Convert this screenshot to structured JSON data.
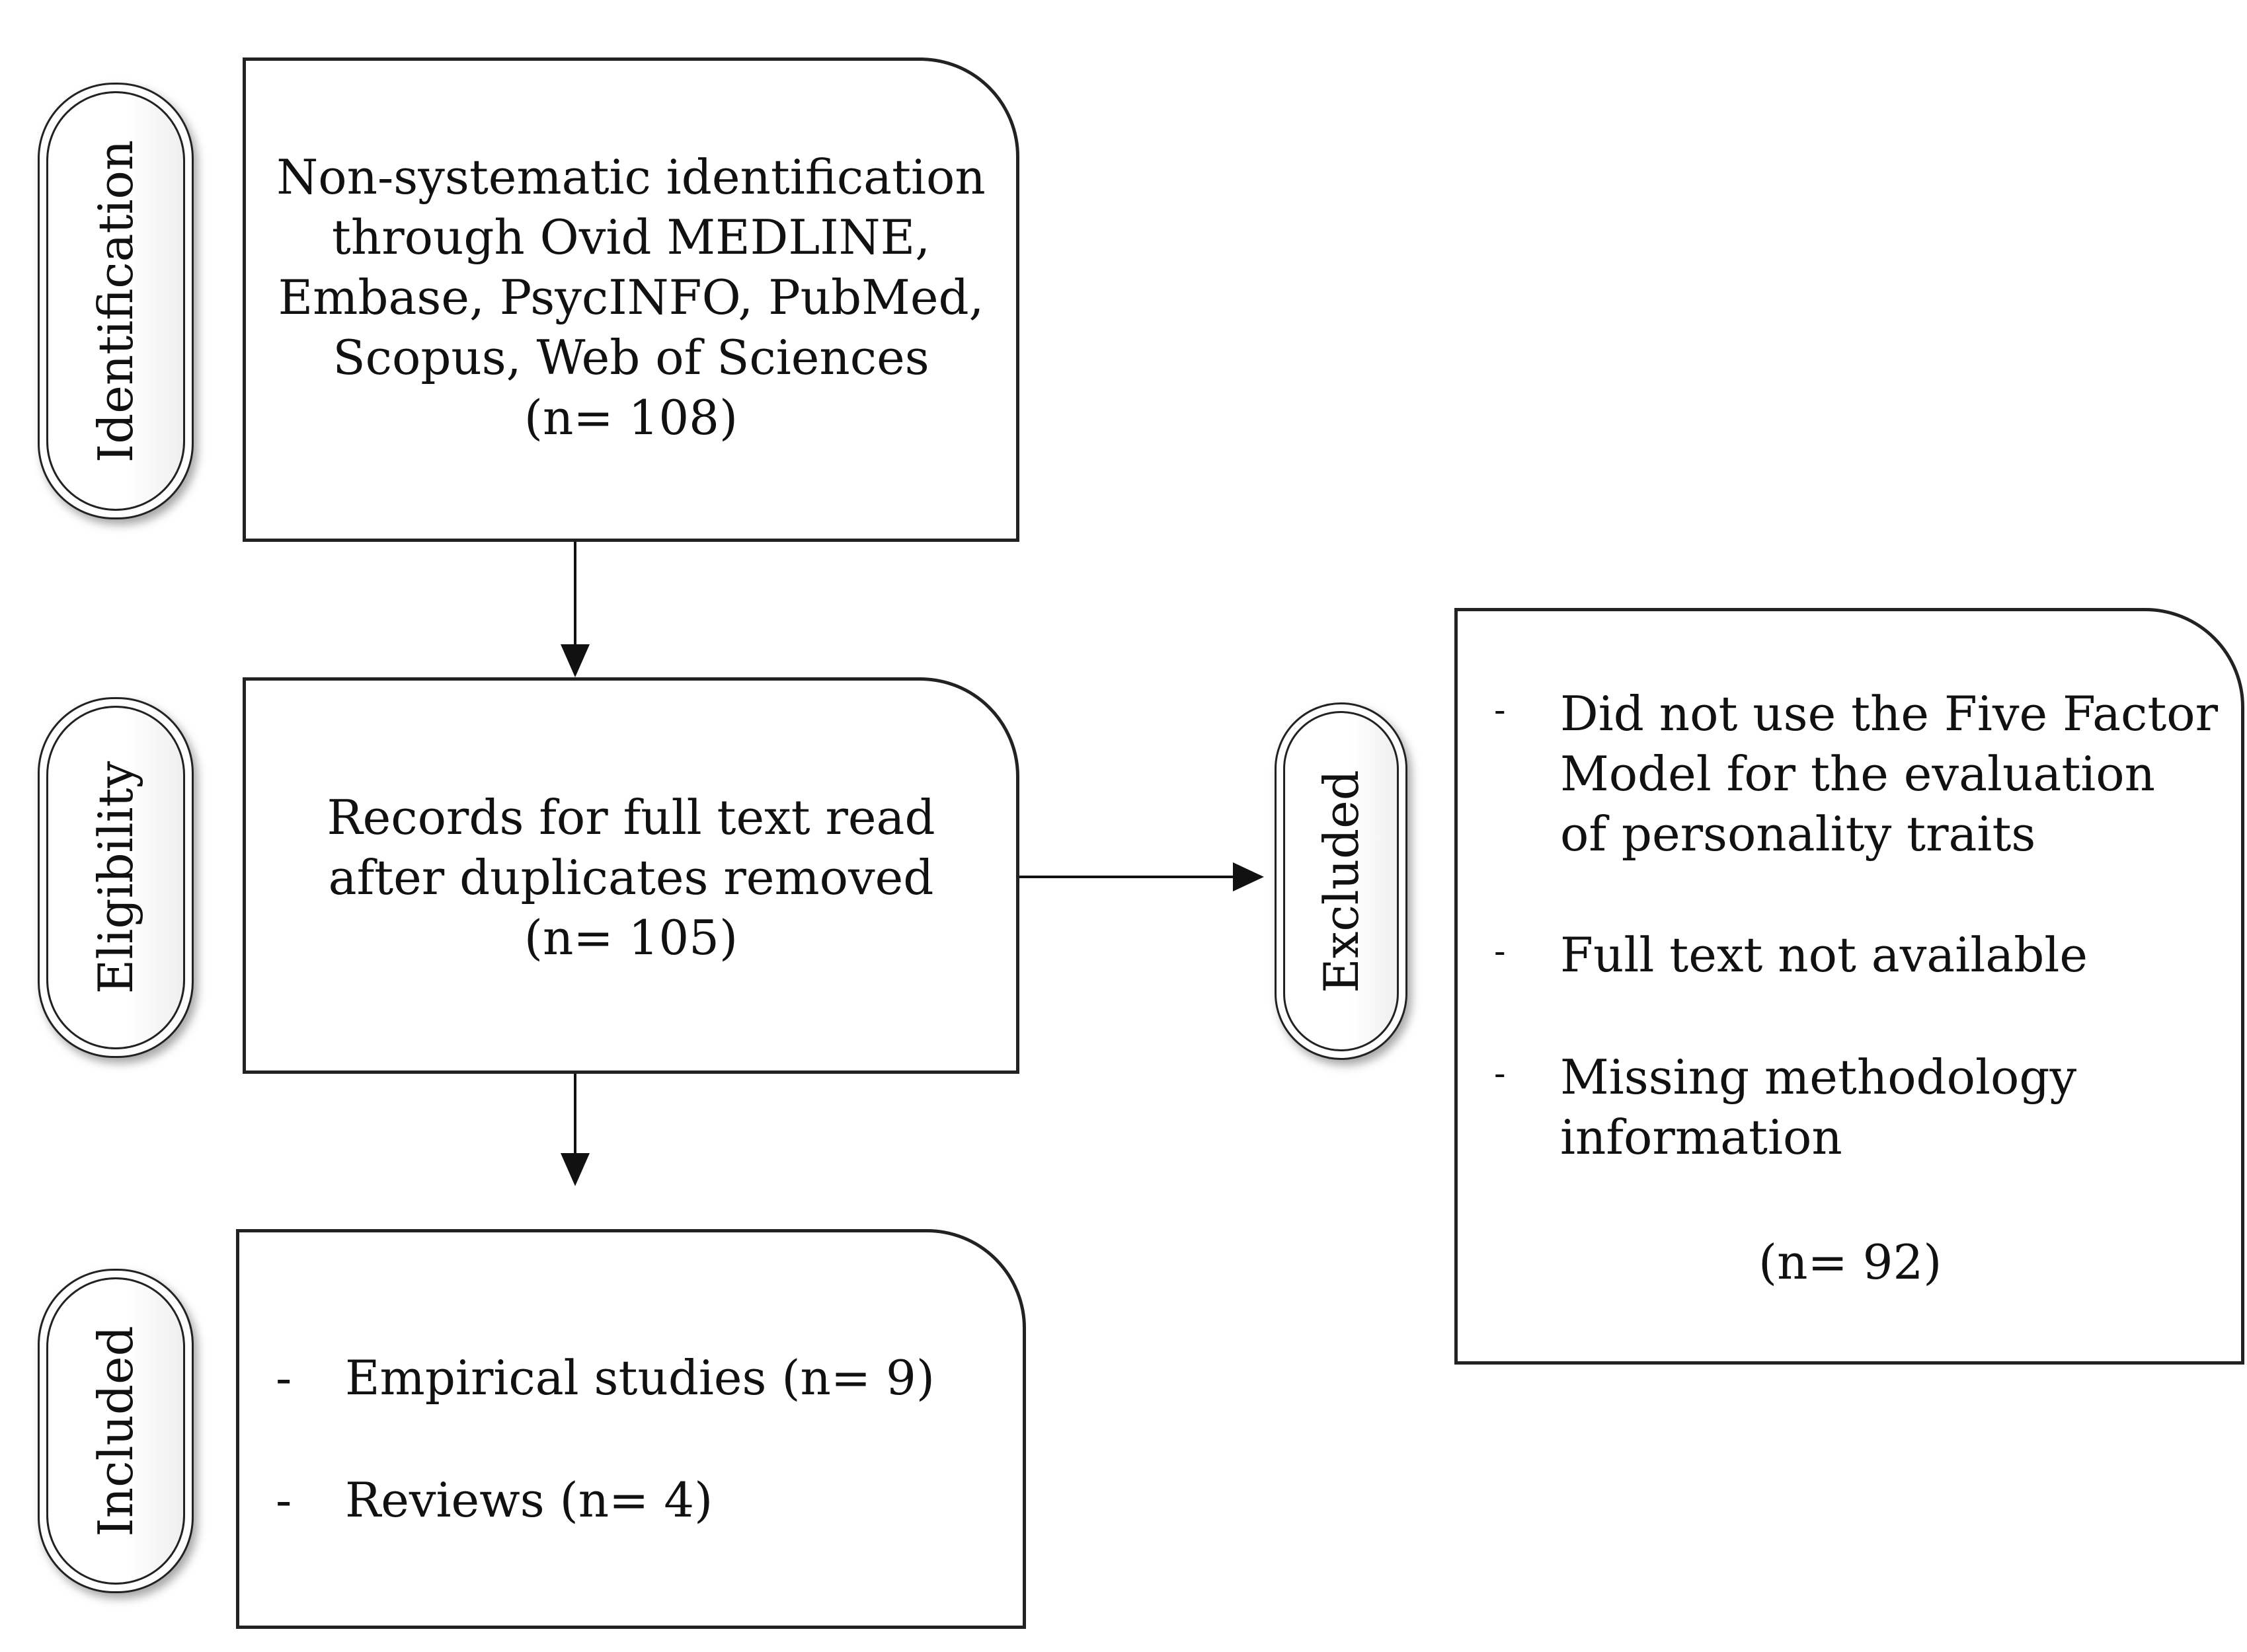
{
  "stages": {
    "identification": "Identification",
    "eligibility": "Eligibility",
    "included": "Included",
    "excluded": "Excluded"
  },
  "identification_box": {
    "lines": [
      "Non-systematic identification",
      "through Ovid MEDLINE,",
      "Embase, PsycINFO, PubMed,",
      "Scopus, Web of  Sciences",
      "(n= 108)"
    ]
  },
  "eligibility_box": {
    "lines": [
      "Records for full text read",
      "after duplicates removed",
      "(n= 105)"
    ]
  },
  "included_box": {
    "dash": "-",
    "items": [
      "Empirical studies (n= 9)",
      "Reviews (n= 4)"
    ]
  },
  "excluded_box": {
    "dash": "-",
    "items": [
      [
        "Did not use the Five Factor",
        "Model for the evaluation",
        "of personality traits"
      ],
      [
        "Full text not available"
      ],
      [
        "Missing methodology",
        "information"
      ]
    ],
    "count": "(n= 92)"
  }
}
